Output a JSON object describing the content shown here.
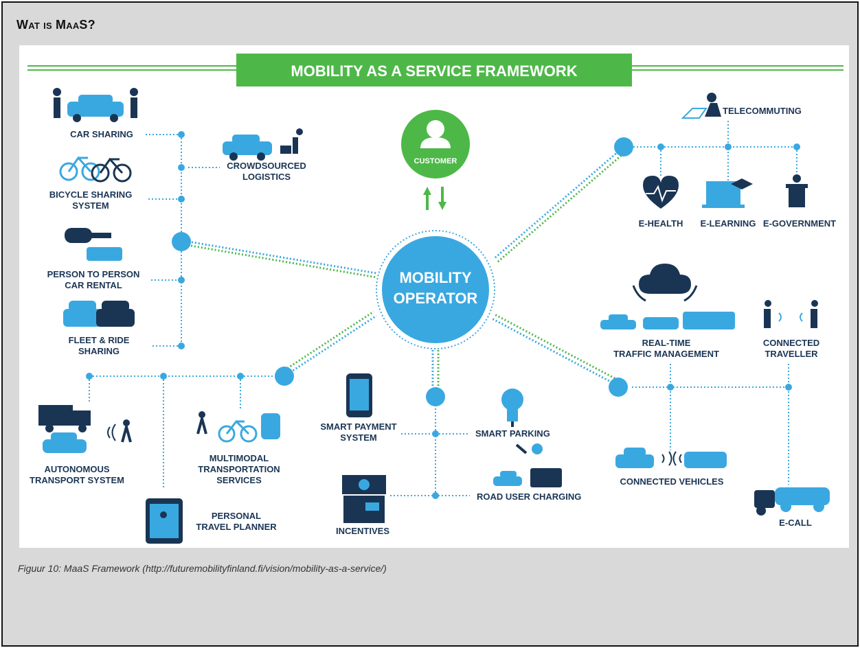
{
  "box_title": "Wat is MaaS?",
  "figure": {
    "banner": "MOBILITY AS A SERVICE FRAMEWORK",
    "center": {
      "line1": "MOBILITY",
      "line2": "OPERATOR"
    },
    "customer": "CUSTOMER",
    "labels": {
      "car_sharing": "CAR SHARING",
      "crowdsourced_1": "CROWDSOURCED",
      "crowdsourced_2": "LOGISTICS",
      "bicycle_1": "BICYCLE SHARING",
      "bicycle_2": "SYSTEM",
      "p2p_1": "PERSON TO PERSON",
      "p2p_2": "CAR RENTAL",
      "fleet_1": "FLEET & RIDE",
      "fleet_2": "SHARING",
      "telecommuting": "TELECOMMUTING",
      "ehealth": "E-HEALTH",
      "elearning": "E-LEARNING",
      "egovernment": "E-GOVERNMENT",
      "rt_1": "REAL-TIME",
      "rt_2": "TRAFFIC MANAGEMENT",
      "ct_1": "CONNECTED",
      "ct_2": "TRAVELLER",
      "connected_vehicles": "CONNECTED VEHICLES",
      "ecall": "E-CALL",
      "auto_1": "AUTONOMOUS",
      "auto_2": "TRANSPORT SYSTEM",
      "mm_1": "MULTIMODAL",
      "mm_2": "TRANSPORTATION",
      "mm_3": "SERVICES",
      "ptp_1": "PERSONAL",
      "ptp_2": "TRAVEL PLANNER",
      "sp_1": "SMART PAYMENT",
      "sp_2": "SYSTEM",
      "smart_parking": "SMART PARKING",
      "road_user_charging": "ROAD USER CHARGING",
      "incentives": "INCENTIVES"
    },
    "colors": {
      "banner_green": "#4db848",
      "node_blue": "#3aa8e0",
      "dark_navy": "#1a3554"
    }
  },
  "caption": "Figuur 10: MaaS Framework (http://futuremobilityfinland.fi/vision/mobility-as-a-service/)"
}
